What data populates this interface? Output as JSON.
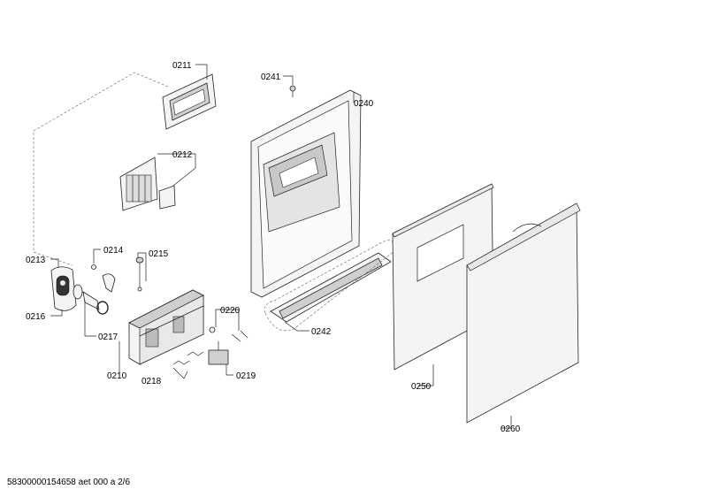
{
  "labels": {
    "p0211": "0211",
    "p0212": "0212",
    "p0213": "0213",
    "p0214": "0214",
    "p0215": "0215",
    "p0216": "0216",
    "p0217": "0217",
    "p0210": "0210",
    "p0218": "0218",
    "p0219": "0219",
    "p0220": "0220",
    "p0241": "0241",
    "p0240": "0240",
    "p0242": "0242",
    "p0250": "0250",
    "p0260": "0260"
  },
  "footer": "58300000154658 aet 000 a 2/6"
}
